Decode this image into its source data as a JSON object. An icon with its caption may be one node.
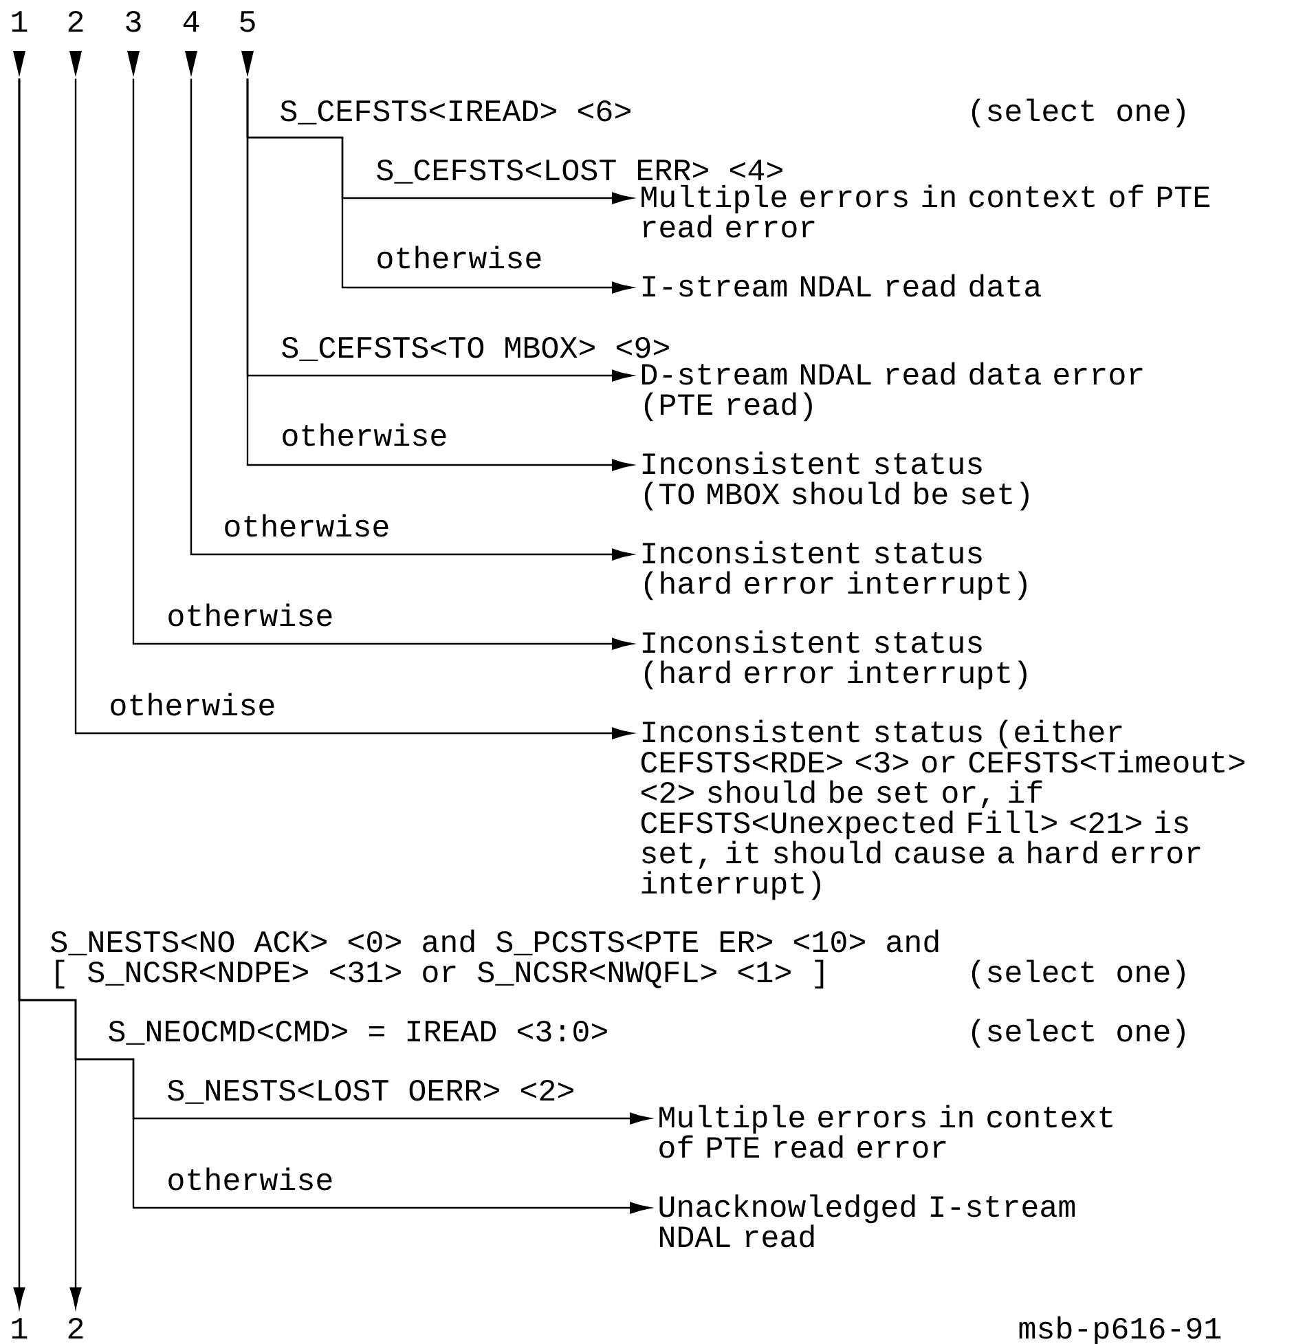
{
  "diagram": {
    "nodes": [
      {
        "text": [
          "1"
        ]
      },
      {
        "text": [
          "2"
        ]
      },
      {
        "text": [
          "3"
        ]
      },
      {
        "text": [
          "4"
        ]
      },
      {
        "text": [
          "5"
        ]
      },
      {
        "text": [
          "Multiple errors in context of PTE read error"
        ]
      },
      {
        "text": [
          "I-stream NDAL read data"
        ]
      },
      {
        "text": [
          "D-stream NDAL read data error (PTE read)"
        ]
      },
      {
        "text": [
          "Inconsistent status (TO MBOX should be set)"
        ]
      },
      {
        "text": [
          "Inconsistent status (hard error interrupt)"
        ]
      },
      {
        "text": [
          "Inconsistent status (hard error interrupt)"
        ]
      },
      {
        "text": [
          "Inconsistent status (either CEFSTS<RDE> <3> or CEFSTS<Timeout> <2> should be set or, if CEFSTS<Unexpected Fill> <21> is set, it should cause a hard error interrupt)"
        ]
      },
      {
        "text": [
          "Multiple errors in context of PTE read error"
        ]
      },
      {
        "text": [
          "Unacknowledged I-stream NDAL read"
        ]
      },
      {
        "text": [
          "1"
        ]
      },
      {
        "text": [
          "2"
        ]
      }
    ],
    "edges": [
      {
        "from": 4,
        "to": 5,
        "arrow": "to",
        "label": "S_CEFSTS<LOST ERR> <4>"
      },
      {
        "from": 4,
        "to": 6,
        "arrow": "to",
        "label": "otherwise"
      },
      {
        "from": 4,
        "to": 7,
        "arrow": "to",
        "label": "S_CEFSTS<TO MBOX> <9>"
      },
      {
        "from": 4,
        "to": 8,
        "arrow": "to",
        "label": "otherwise"
      },
      {
        "from": 3,
        "to": 9,
        "arrow": "to",
        "label": "otherwise"
      },
      {
        "from": 2,
        "to": 10,
        "arrow": "to",
        "label": "otherwise"
      },
      {
        "from": 1,
        "to": 11,
        "arrow": "to",
        "label": "otherwise"
      },
      {
        "from": 0,
        "to": 12,
        "arrow": "to",
        "label": "S_NESTS<LOST OERR> <2>"
      },
      {
        "from": 0,
        "to": 13,
        "arrow": "to",
        "label": "otherwise"
      },
      {
        "from": 0,
        "to": 14,
        "arrow": "to"
      },
      {
        "from": 0,
        "to": 15,
        "arrow": "to"
      }
    ],
    "labels": [
      "S_CEFSTS<IREAD> <6>",
      "(select one)",
      "S_NESTS<NO ACK> <0> and S_PCSTS<PTE ER> <10> and",
      "[ S_NCSR<NDPE> <31> or S_NCSR<NWQFL> <1> ]",
      "(select one)",
      "S_NEOCMD<CMD> = IREAD <3:0>",
      "(select one)",
      "msb-p616-91"
    ]
  }
}
